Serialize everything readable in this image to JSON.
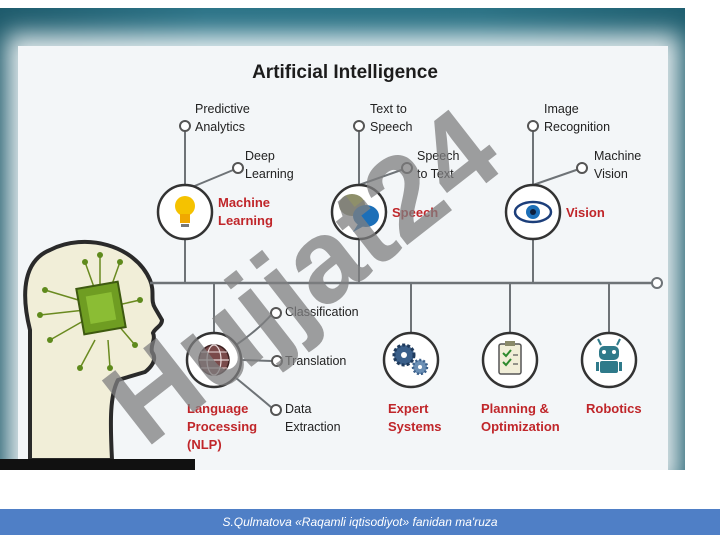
{
  "diagram": {
    "title": "Artificial Intelligence",
    "machine_learning": {
      "label_line1": "Machine",
      "label_line2": "Learning",
      "predictive_line1": "Predictive",
      "predictive_line2": "Analytics",
      "deep_line1": "Deep",
      "deep_line2": "Learning"
    },
    "speech": {
      "label": "Speech",
      "tts_line1": "Text to",
      "tts_line2": "Speech",
      "stt_line1": "Speech",
      "stt_line2": "to Text"
    },
    "vision": {
      "label": "Vision",
      "image_line1": "Image",
      "image_line2": "Recognition",
      "machine_line1": "Machine",
      "machine_line2": "Vision"
    },
    "nlp": {
      "label_line1": "Language",
      "label_line2": "Processing",
      "label_line3": "(NLP)",
      "classification": "Classification",
      "translation": "Translation",
      "data_line1": "Data",
      "data_line2": "Extraction"
    },
    "expert": {
      "label_line1": "Expert",
      "label_line2": "Systems"
    },
    "planning": {
      "label_line1": "Planning &",
      "label_line2": "Optimization"
    },
    "robotics": {
      "label": "Robotics"
    }
  },
  "watermark": "Hujjat24",
  "footer": {
    "text": "S.Qulmatova «Raqamli iqtisodiyot» fanidan ma'ruza"
  }
}
